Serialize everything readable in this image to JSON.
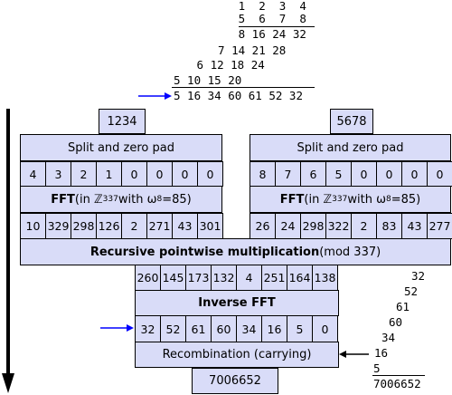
{
  "top_multiplication": {
    "rows": [
      "     1  2  3  4",
      "     5  6  7  8",
      "     8 16 24 32",
      "  7 14 21 28",
      " 6 12 18 24",
      "5 10 15 20",
      "5 16 34 60 61 52 32"
    ]
  },
  "left_input": {
    "number": "1234",
    "split_label": "Split and zero pad",
    "padded": [
      "4",
      "3",
      "2",
      "1",
      "0",
      "0",
      "0",
      "0"
    ],
    "fft_label_bold": "FFT",
    "fft_label_rest": " (in ℤ",
    "fft_modulus": "337",
    "fft_with": " with ω",
    "fft_omega_sub": "8",
    "fft_omega_val": "=85)",
    "fft_result": [
      "10",
      "329",
      "298",
      "126",
      "2",
      "271",
      "43",
      "301"
    ]
  },
  "right_input": {
    "number": "5678",
    "split_label": "Split and zero pad",
    "padded": [
      "8",
      "7",
      "6",
      "5",
      "0",
      "0",
      "0",
      "0"
    ],
    "fft_label_bold": "FFT",
    "fft_label_rest": " (in ℤ",
    "fft_modulus": "337",
    "fft_with": " with ω",
    "fft_omega_sub": "8",
    "fft_omega_val": "=85)",
    "fft_result": [
      "26",
      "24",
      "298",
      "322",
      "2",
      "83",
      "43",
      "277"
    ]
  },
  "pointwise": {
    "label_bold": "Recursive pointwise multiplication",
    "label_rest": " (mod 337)",
    "result": [
      "260",
      "145",
      "173",
      "132",
      "4",
      "251",
      "164",
      "138"
    ]
  },
  "inverse": {
    "label": "Inverse FFT",
    "result": [
      "32",
      "52",
      "61",
      "60",
      "34",
      "16",
      "5",
      "0"
    ]
  },
  "recombination": {
    "label": "Recombination (carrying)",
    "final": "7006652"
  },
  "carry_sum": {
    "rows": [
      "32",
      "52",
      "61",
      "60",
      "34",
      "16",
      "5"
    ],
    "total": "7006652"
  },
  "colors": {
    "box_fill": "#d9dcf8",
    "arrow_blue": "#0000ff",
    "stroke": "#000000"
  }
}
